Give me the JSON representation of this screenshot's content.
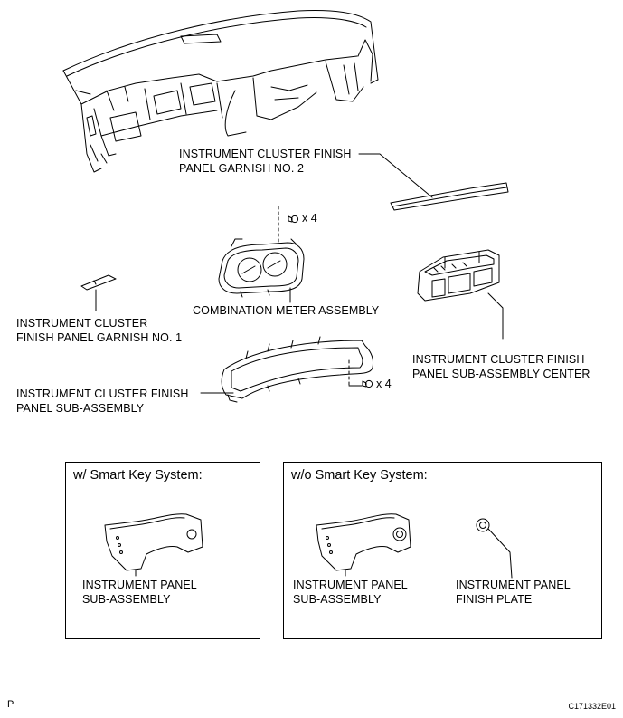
{
  "labels": {
    "garnish2": [
      "INSTRUMENT CLUSTER FINISH",
      "PANEL GARNISH NO. 2"
    ],
    "meter": "COMBINATION METER ASSEMBLY",
    "garnish1": [
      "INSTRUMENT CLUSTER",
      "FINISH PANEL GARNISH NO. 1"
    ],
    "center": [
      "INSTRUMENT CLUSTER FINISH",
      "PANEL SUB-ASSEMBLY CENTER"
    ],
    "subassy": [
      "INSTRUMENT CLUSTER FINISH",
      "PANEL SUB-ASSEMBLY"
    ]
  },
  "quantities": {
    "screws": "x 4",
    "clips": "x 4"
  },
  "variants": [
    {
      "title": "w/ Smart Key System:",
      "parts": [
        {
          "name": [
            "INSTRUMENT PANEL",
            "SUB-ASSEMBLY"
          ]
        }
      ]
    },
    {
      "title": "w/o Smart Key System:",
      "parts": [
        {
          "name": [
            "INSTRUMENT PANEL",
            "SUB-ASSEMBLY"
          ]
        },
        {
          "name": [
            "INSTRUMENT PANEL",
            "FINISH PLATE"
          ]
        }
      ]
    }
  ],
  "footer": {
    "left": "P",
    "code": "C171332E01"
  }
}
